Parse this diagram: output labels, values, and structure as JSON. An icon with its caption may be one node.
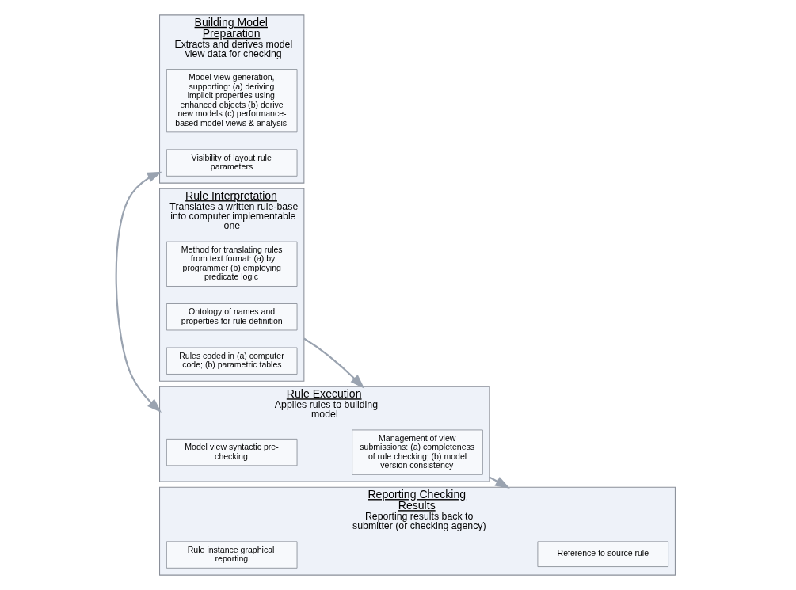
{
  "diagram": {
    "nodes": [
      {
        "text": [
          "Rule Interpretation",
          "Translates a written rule-base into computer implementable one"
        ]
      },
      {
        "text": [
          "Method for translating rules from text format: (a) by programmer (b) employing predicate logic"
        ],
        "in": 0
      },
      {
        "text": [
          "Ontology of names and properties for rule definition"
        ],
        "in": 0
      },
      {
        "text": [
          "Rules coded in (a) computer code; (b) parametric tables"
        ],
        "in": 0
      },
      {
        "text": [
          "Building Model Preparation",
          "Extracts and derives model view data for checking"
        ]
      },
      {
        "text": [
          "Model view generation, supporting: (a) deriving implicit properties using enhanced objects (b) derive new models (c) performance-based model views & analysis"
        ],
        "in": 4
      },
      {
        "text": [
          "Visibility of layout rule parameters"
        ],
        "in": 4
      },
      {
        "text": [
          "Rule Execution",
          "Applies rules to building model"
        ]
      },
      {
        "text": [
          "Model view syntactic pre-checking"
        ],
        "in": 7
      },
      {
        "text": [
          "Management of view submissions: (a) completeness of rule checking; (b) model version consistency"
        ],
        "in": 7
      },
      {
        "text": [
          "Reporting Checking Results",
          "Reporting results back to submitter (or checking agency)"
        ]
      },
      {
        "text": [
          "Rule instance graphical reporting"
        ],
        "in": 10
      },
      {
        "text": [
          "Reference to source rule"
        ],
        "in": 10
      }
    ],
    "edges": [
      {
        "from": 0,
        "to": 7,
        "arrow": "to"
      },
      {
        "from": 4,
        "to": 7,
        "arrow": "both"
      },
      {
        "from": 7,
        "to": 10,
        "arrow": "to"
      }
    ]
  }
}
